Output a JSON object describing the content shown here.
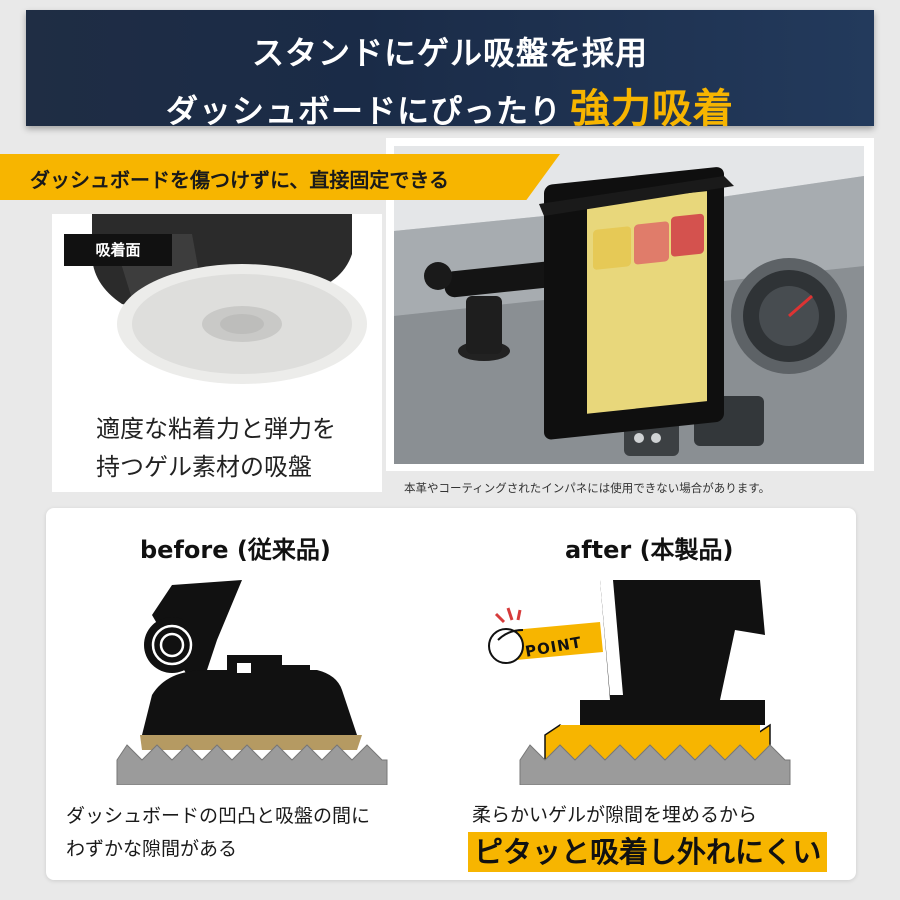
{
  "header": {
    "line1": "スタンドにゲル吸盤を採用",
    "line2": "ダッシュボードにぴったり",
    "line2_highlight": "強力吸着"
  },
  "banner": {
    "text": "ダッシュボードを傷つけずに、直接固定できる"
  },
  "suction_card": {
    "label": "吸着面",
    "desc_line1": "適度な粘着力と弾力を",
    "desc_line2": "持つゲル素材の吸盤"
  },
  "photo_note": "本革やコーティングされたインパネには使用できない場合があります。",
  "before": {
    "title": "before (従来品)",
    "caption_line1": "ダッシュボードの凹凸と吸盤の間に",
    "caption_line2": "わずかな隙間がある"
  },
  "after": {
    "title": "after (本製品)",
    "point_label": "POINT",
    "caption_line1": "柔らかいゲルが隙間を埋めるから",
    "caption_highlight": "ピタッと吸着し外れにくい"
  },
  "colors": {
    "accent": "#f7b500",
    "header_bg": "#1f2d44",
    "gap_gel_before": "#b59a62",
    "dashboard_gray": "#9b9b9b"
  }
}
